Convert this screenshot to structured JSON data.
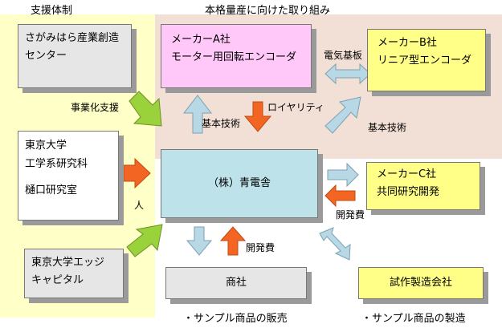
{
  "headers": {
    "left": "支援体制",
    "right": "本格量産に向けた取り組み"
  },
  "support": {
    "sagamihara": {
      "line1": "さがみはら産業創造",
      "line2": "センター"
    },
    "todai": {
      "line1": "東京大学",
      "line2": "工学系研究科",
      "line3": "樋口研究室"
    },
    "edge": {
      "line1": "東京大学エッジ",
      "line2": "キャピタル"
    }
  },
  "companies": {
    "makerA": {
      "line1": "メーカーA社",
      "line2": "モーター用回転エンコーダ"
    },
    "makerB": {
      "line1": "メーカーB社",
      "line2": "リニア型エンコーダ"
    },
    "makerC": {
      "line1": "メーカーC社",
      "line2": "共同研究開発"
    },
    "center": {
      "label": "（株）青電舎"
    },
    "shosha": {
      "label": "商社"
    },
    "shisaku": {
      "label": "試作製造会社"
    }
  },
  "flow_labels": {
    "jigyouka": "事業化支援",
    "hito": "人",
    "kihon_left": "基本技術",
    "royalty": "ロイヤリティ",
    "denki": "電気基板",
    "kihon_right": "基本技術",
    "kaihatsu_right": "開発費",
    "kaihatsu_bottom": "開発費"
  },
  "captions": {
    "sales": "・サンプル商品の販売",
    "manufacture": "・サンプル商品の製造"
  },
  "colors": {
    "support_bg": "#FFFFC8",
    "effort_bg": "#F2E0D6",
    "box_gray": "#E6E6E6",
    "box_pink": "#FFC8F8",
    "box_yellow": "#FFFF88",
    "box_teal": "#BEE2EA",
    "arrow_green": "#99D23A",
    "arrow_orange": "#F26522",
    "arrow_blue": "#B8D8E6"
  }
}
